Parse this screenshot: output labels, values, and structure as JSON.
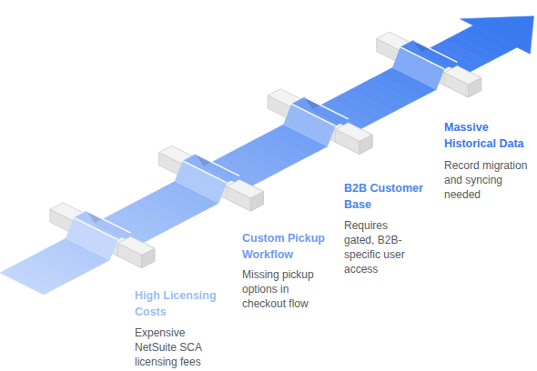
{
  "diagram": {
    "labels": [
      "High Licensing Costs",
      "Expensive NetSuite SCA licensing fees",
      "Custom Pickup Workflow",
      "Missing pickup options in checkout flow",
      "B2B Customer Base",
      "Requires gated, B2B-specific user access",
      "Massive Historical Data",
      "Record migration and syncing needed"
    ]
  }
}
